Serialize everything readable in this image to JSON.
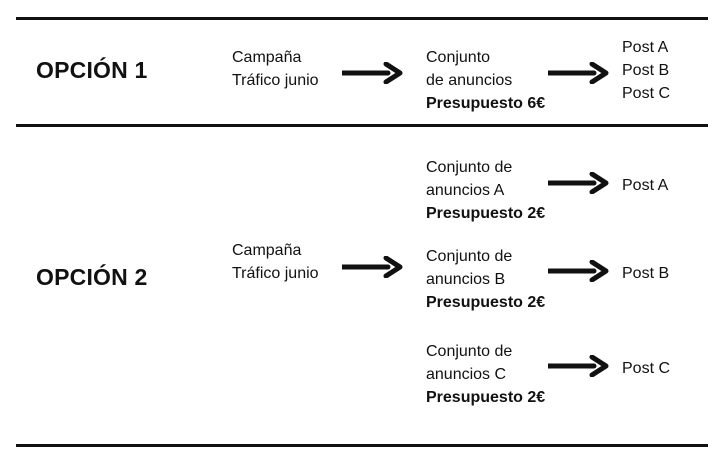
{
  "option1": {
    "label": "OPCIÓN 1",
    "campaign": [
      "Campaña",
      "Tráfico junio"
    ],
    "adset": {
      "lines": [
        "Conjunto",
        "de anuncios"
      ],
      "budget": "Presupuesto 6€"
    },
    "posts": [
      "Post A",
      "Post B",
      "Post C"
    ]
  },
  "option2": {
    "label": "OPCIÓN 2",
    "campaign": [
      "Campaña",
      "Tráfico junio"
    ],
    "adsets": [
      {
        "lines": [
          "Conjunto de",
          "anuncios A"
        ],
        "budget": "Presupuesto 2€",
        "post": "Post A"
      },
      {
        "lines": [
          "Conjunto de",
          "anuncios B"
        ],
        "budget": "Presupuesto 2€",
        "post": "Post B"
      },
      {
        "lines": [
          "Conjunto de",
          "anuncios C"
        ],
        "budget": "Presupuesto 2€",
        "post": "Post C"
      }
    ]
  }
}
